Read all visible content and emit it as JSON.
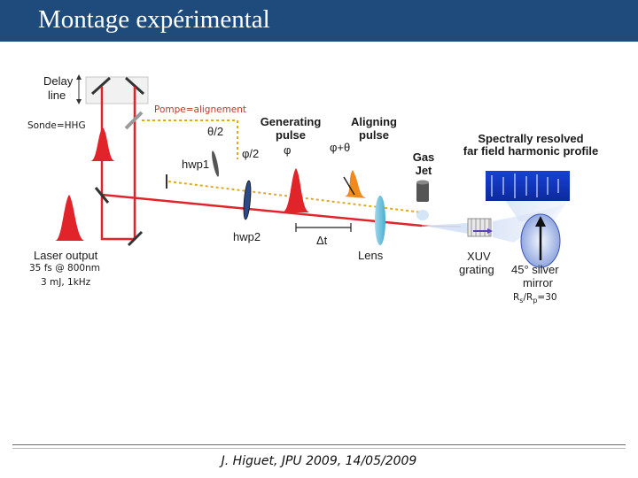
{
  "slide": {
    "title": "Montage expérimental",
    "footer": "J. Higuet, JPU 2009, 14/05/2009"
  },
  "labels": {
    "delay_line_1": "Delay",
    "delay_line_2": "line",
    "sonde": "Sonde=HHG",
    "pompe": "Pompe=alignement",
    "theta_half": "θ/2",
    "hwp1": "hwp1",
    "phi_half": "φ/2",
    "phi": "φ",
    "phi_theta": "φ+θ",
    "generating_pulse_1": "Generating",
    "generating_pulse_2": "pulse",
    "aligning_pulse_1": "Aligning",
    "aligning_pulse_2": "pulse",
    "gas_jet_1": "Gas",
    "gas_jet_2": "Jet",
    "spectral_1": "Spectrally resolved",
    "spectral_2": "far field harmonic profile",
    "hwp2": "hwp2",
    "delta_t": "Δt",
    "lens": "Lens",
    "xuv_grating_1": "XUV",
    "xuv_grating_2": "grating",
    "silver_mirror_1": "45° silver",
    "silver_mirror_2": "mirror",
    "laser_output": "Laser output",
    "laser_params_1": "35 fs @ 800nm",
    "laser_params_2": "3 mJ, 1kHz",
    "ratio_r": "R",
    "ratio_s": "s",
    "ratio_slash": "/R",
    "ratio_p": "p",
    "ratio_value": "=30"
  },
  "colors": {
    "title_bar": "#1f4a7c",
    "beam_red": "#e0242a",
    "pump_dotted": "#e0a826",
    "detector_blue": "#1d3fd0",
    "lens_cyan": "#6ac1dd"
  }
}
